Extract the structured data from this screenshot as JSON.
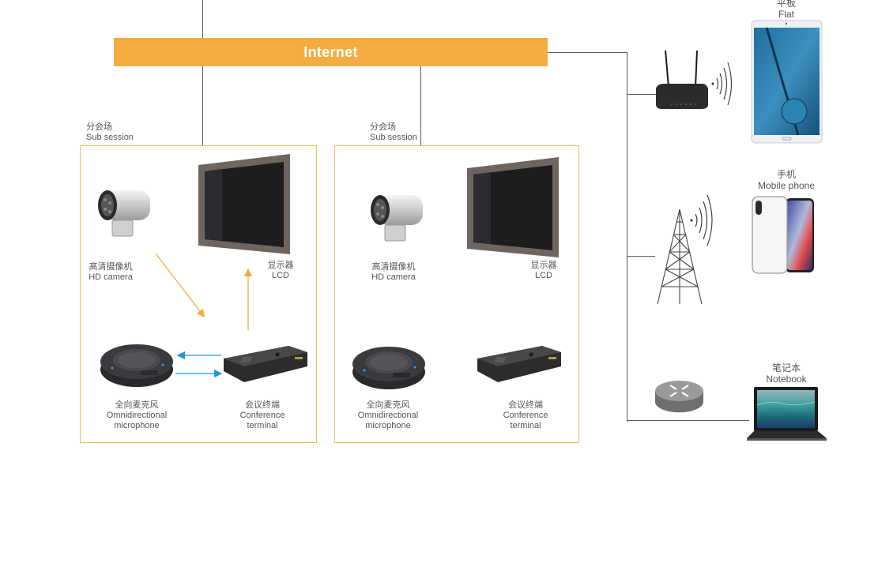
{
  "diagram": {
    "title": "Video conference network topology",
    "internet": {
      "label": "Internet",
      "color": "#f4ac40"
    },
    "sessions": [
      {
        "heading_zh": "分会场",
        "heading_en": "Sub session",
        "devices": {
          "camera": {
            "zh": "高清摄像机",
            "en": "HD camera"
          },
          "lcd": {
            "zh": "显示器",
            "en": "LCD"
          },
          "microphone": {
            "zh": "全向麦克风",
            "en": "Omnidirectional microphone"
          },
          "terminal": {
            "zh": "会议终端",
            "en": "Conference terminal"
          }
        }
      },
      {
        "heading_zh": "分会场",
        "heading_en": "Sub session",
        "devices": {
          "camera": {
            "zh": "高清摄像机",
            "en": "HD camera"
          },
          "lcd": {
            "zh": "显示器",
            "en": "LCD"
          },
          "microphone": {
            "zh": "全向麦克风",
            "en": "Omnidirectional microphone"
          },
          "terminal": {
            "zh": "会议终端",
            "en": "Conference terminal"
          }
        }
      }
    ],
    "remote_devices": {
      "flat": {
        "zh": "平板",
        "en": "Flat"
      },
      "mobile": {
        "zh": "手机",
        "en": "Mobile phone"
      },
      "notebook": {
        "zh": "笔记本",
        "en": "Notebook"
      }
    },
    "network_nodes": [
      "wifi-router",
      "cell-tower",
      "network-router"
    ],
    "colors": {
      "session_border": "#f2bd5e",
      "video_arrow": "#f4ac40",
      "audio_arrow": "#1e9ad6",
      "connector_line": "#5a5a5a"
    }
  }
}
